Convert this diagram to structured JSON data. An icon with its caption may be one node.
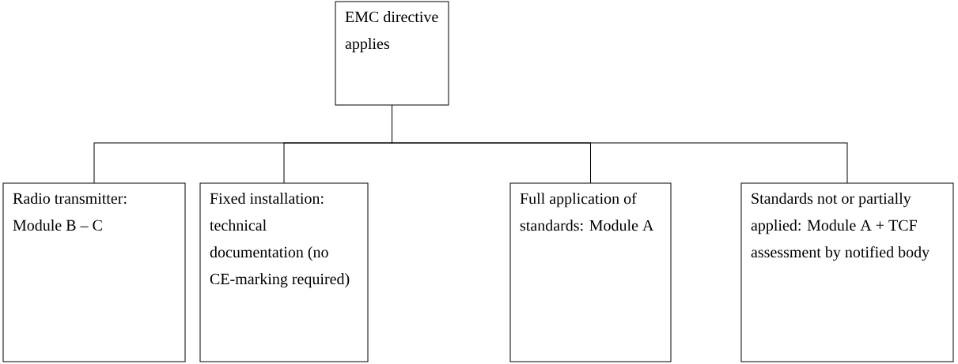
{
  "diagram": {
    "nodes": [
      {
        "text": [
          "EMC directive applies"
        ]
      },
      {
        "text": [
          "Radio transmitter: Module B – C"
        ]
      },
      {
        "text": [
          "Fixed installation: technical documentation (no CE-marking required)"
        ]
      },
      {
        "text": [
          "Full application of standards: Module A"
        ]
      },
      {
        "text": [
          "Standards not or partially applied: Module A + TCF assessment by notified body"
        ]
      }
    ],
    "edges": [
      {
        "from": 0,
        "to": 1,
        "arrow": "none"
      },
      {
        "from": 0,
        "to": 2,
        "arrow": "none"
      },
      {
        "from": 0,
        "to": 3,
        "arrow": "none"
      },
      {
        "from": 0,
        "to": 4,
        "arrow": "none"
      }
    ]
  }
}
